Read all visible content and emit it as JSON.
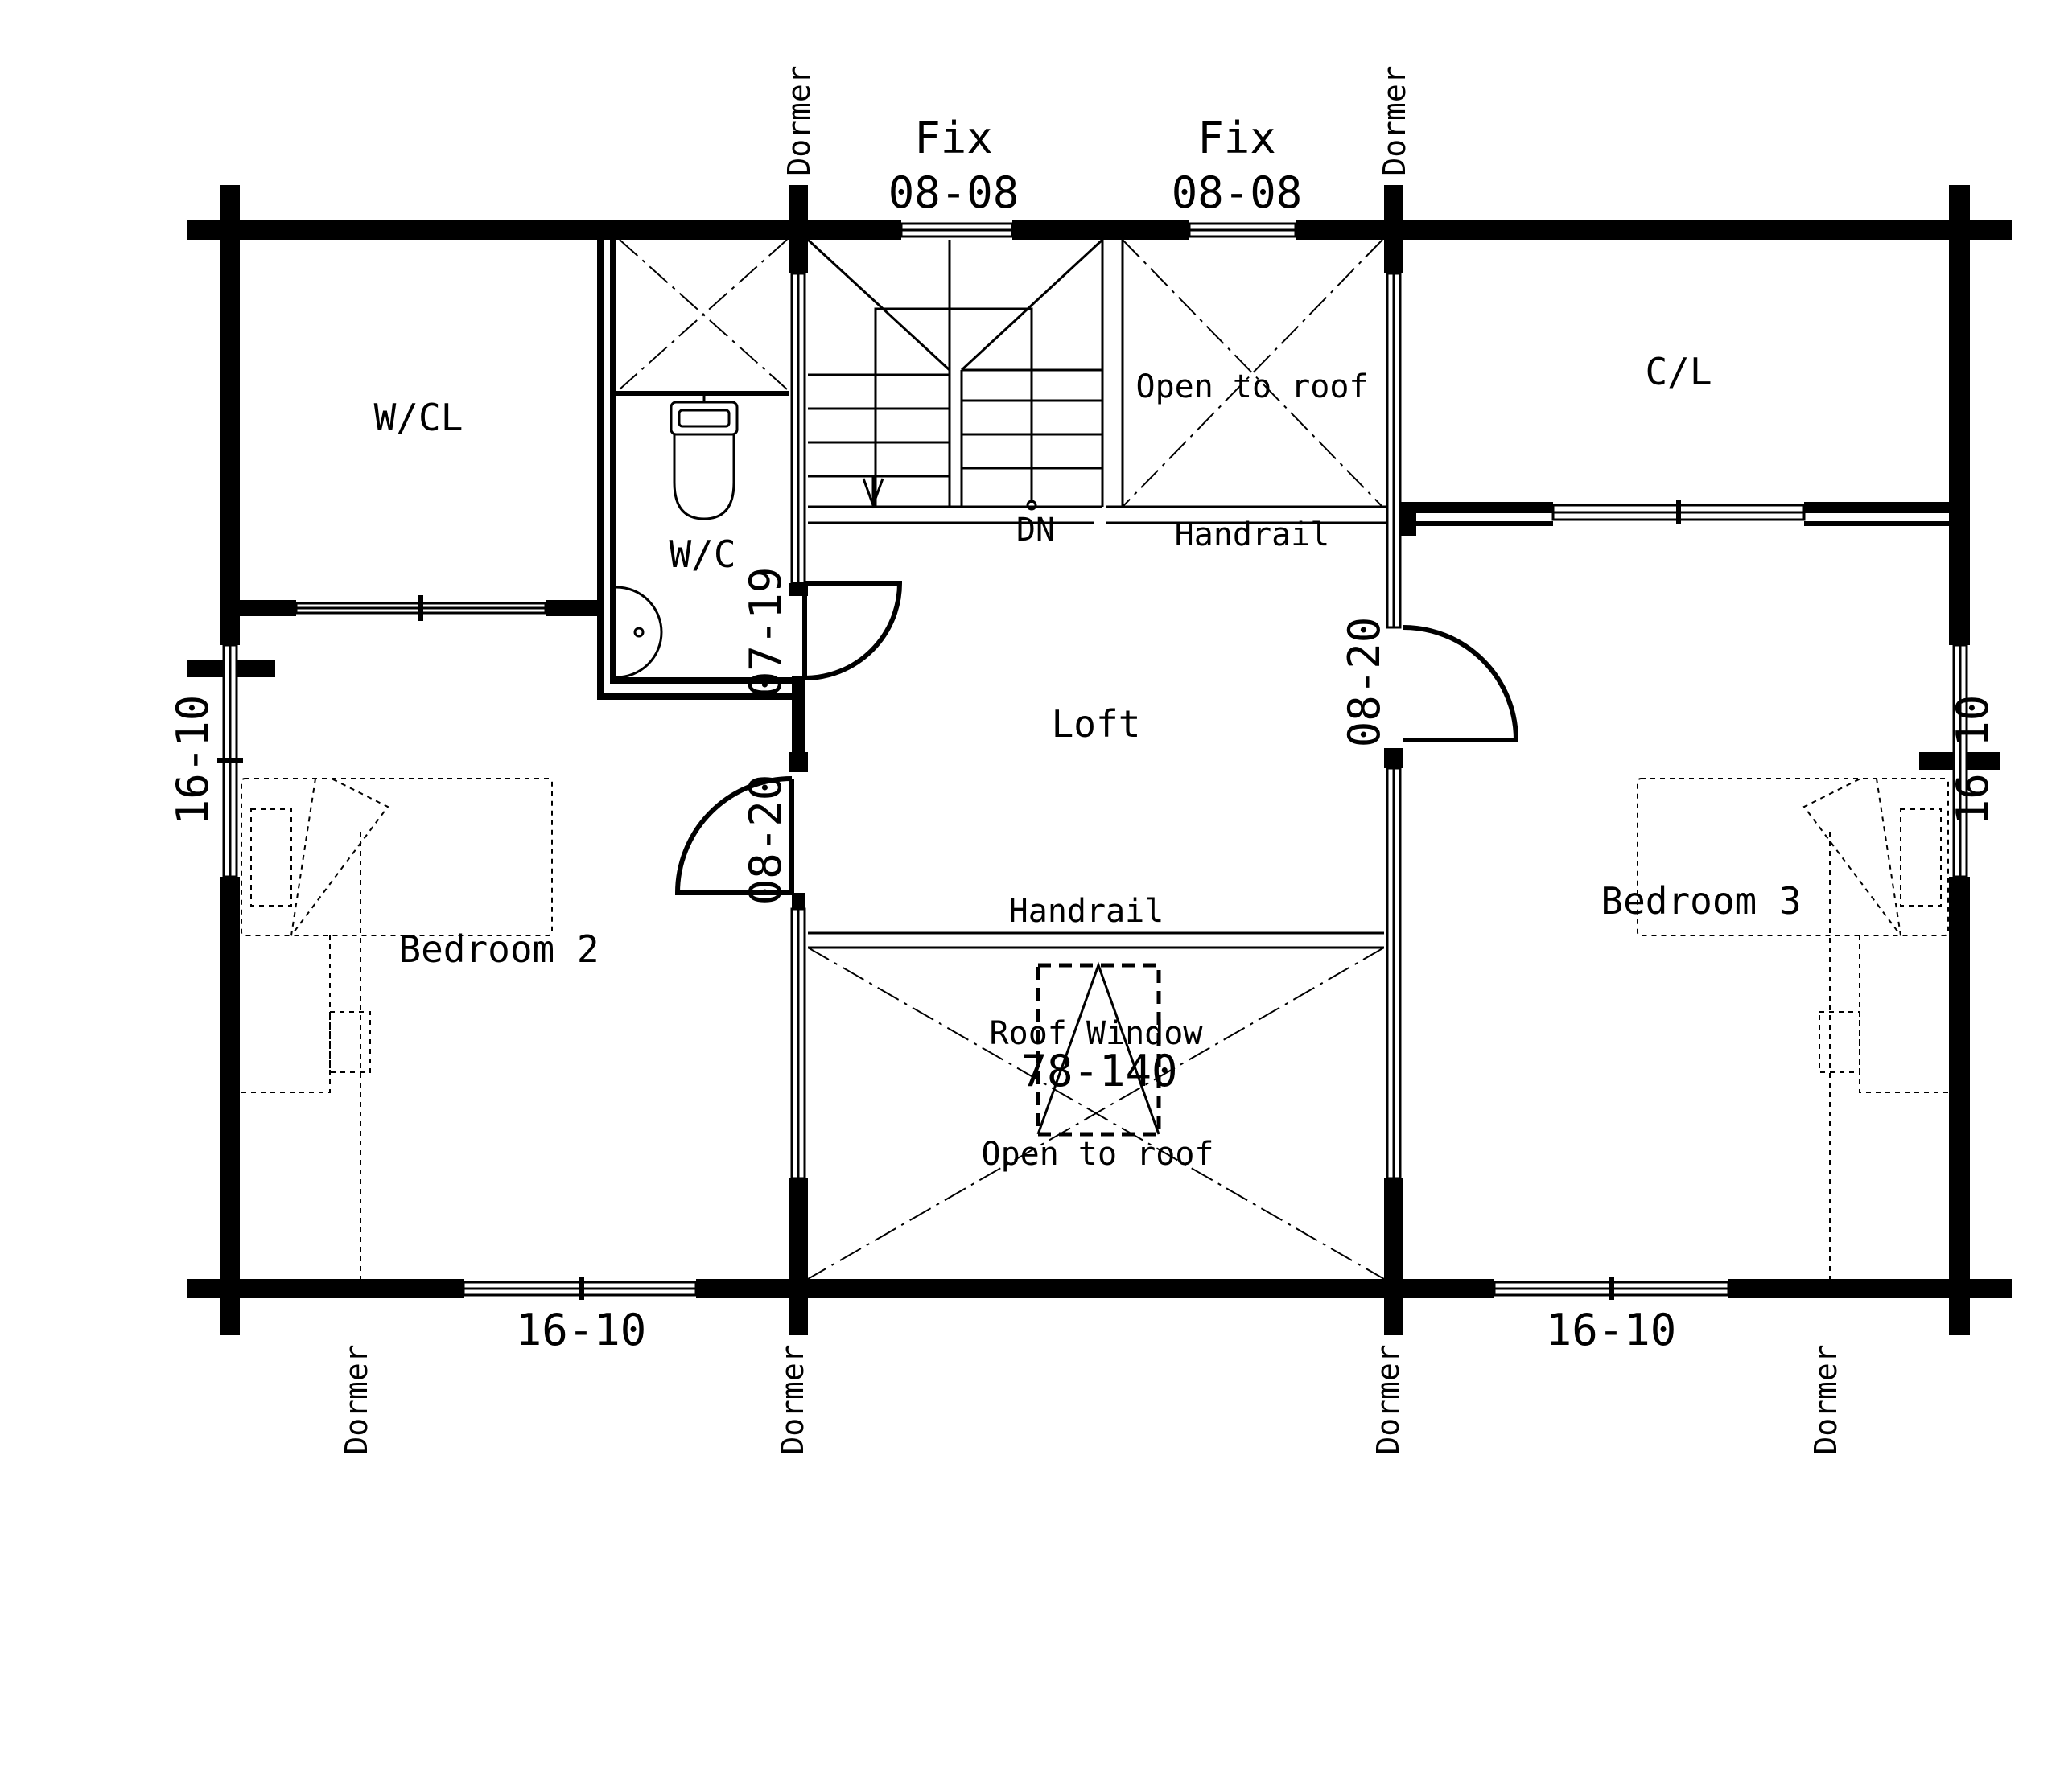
{
  "colors": {
    "ink": "#000000",
    "paper": "#ffffff"
  },
  "labels": {
    "wcl": "W/CL",
    "wc": "W/C",
    "cl": "C/L",
    "loft": "Loft",
    "bedroom2": "Bedroom 2",
    "bedroom3": "Bedroom 3",
    "open_to_roof_top": "Open to roof",
    "open_to_roof_bottom": "Open to roof",
    "handrail_top": "Handrail",
    "handrail_mid": "Handrail",
    "roof_window": "Roof Window",
    "roof_window_size": "78-140",
    "dn": "DN",
    "fix_left": "Fix",
    "fix_left_size": "08-08",
    "fix_right": "Fix",
    "fix_right_size": "08-08",
    "door_wc": "07-19",
    "door_bed2": "08-20",
    "door_bed3": "08-20",
    "win_left": "16-10",
    "win_right": "16-10",
    "win_bottom_left": "16-10",
    "win_bottom_right": "16-10",
    "dormer_top_left": "Dormer",
    "dormer_top_right": "Dormer",
    "dormer_bottom_1": "Dormer",
    "dormer_bottom_2": "Dormer",
    "dormer_bottom_3": "Dormer",
    "dormer_bottom_4": "Dormer"
  }
}
